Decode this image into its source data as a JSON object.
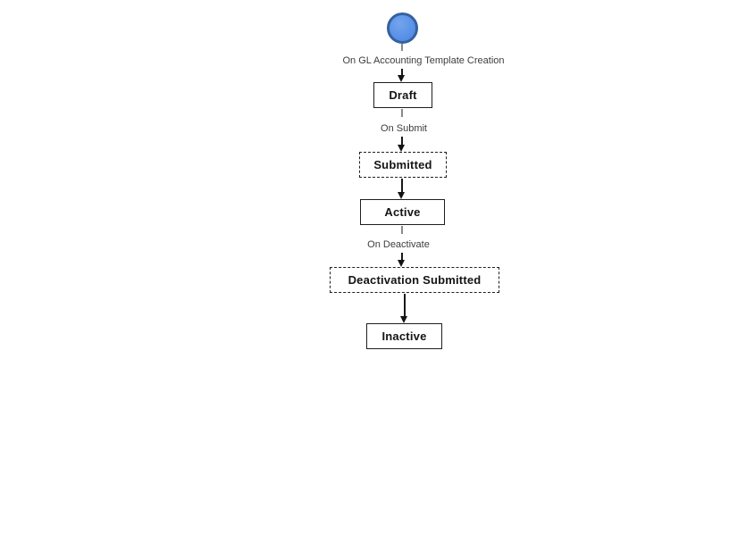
{
  "diagram": {
    "type": "state-lifecycle-flow",
    "start_node": {
      "shape": "circle"
    },
    "nodes": [
      {
        "id": "draft",
        "label": "Draft",
        "border": "solid"
      },
      {
        "id": "submitted",
        "label": "Submitted",
        "border": "dashed"
      },
      {
        "id": "active",
        "label": "Active",
        "border": "solid"
      },
      {
        "id": "deactivation_submitted",
        "label": "Deactivation Submitted",
        "border": "dashed"
      },
      {
        "id": "inactive",
        "label": "Inactive",
        "border": "solid"
      }
    ],
    "transitions": [
      {
        "from": "start",
        "to": "draft",
        "label": "On GL Accounting Template Creation"
      },
      {
        "from": "draft",
        "to": "submitted",
        "label": "On Submit"
      },
      {
        "from": "submitted",
        "to": "active",
        "label": ""
      },
      {
        "from": "active",
        "to": "deactivation_submitted",
        "label": "On Deactivate"
      },
      {
        "from": "deactivation_submitted",
        "to": "inactive",
        "label": ""
      }
    ],
    "colors": {
      "start_fill": "#5b93e8",
      "start_border": "#35619f",
      "connector": "#1a1a1a",
      "connector_stub": "#8a8a8a",
      "node_border": "#1f1f1f",
      "node_background": "#ffffff",
      "node_text": "#141414",
      "edge_label_text": "#3d3d3d",
      "background": "#ffffff"
    }
  }
}
